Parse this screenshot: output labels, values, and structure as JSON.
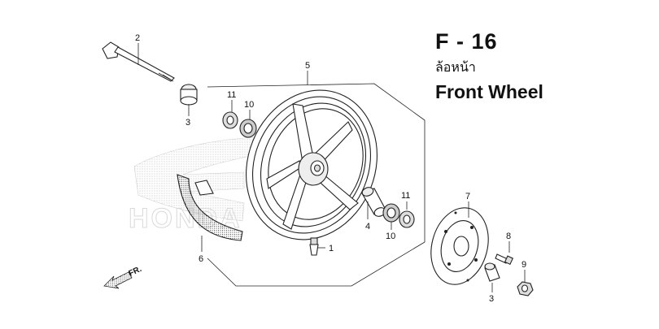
{
  "title": {
    "code": "F - 16",
    "name_th": "ล้อหน้า",
    "name_en": "Front Wheel"
  },
  "callouts": {
    "p1": "1",
    "p2": "2",
    "p3a": "3",
    "p3b": "3",
    "p4": "4",
    "p5": "5",
    "p6": "6",
    "p7": "7",
    "p8": "8",
    "p9": "9",
    "p10a": "10",
    "p10b": "10",
    "p11a": "11",
    "p11b": "11"
  },
  "direction_label": "FR.",
  "watermark": "HONDA"
}
